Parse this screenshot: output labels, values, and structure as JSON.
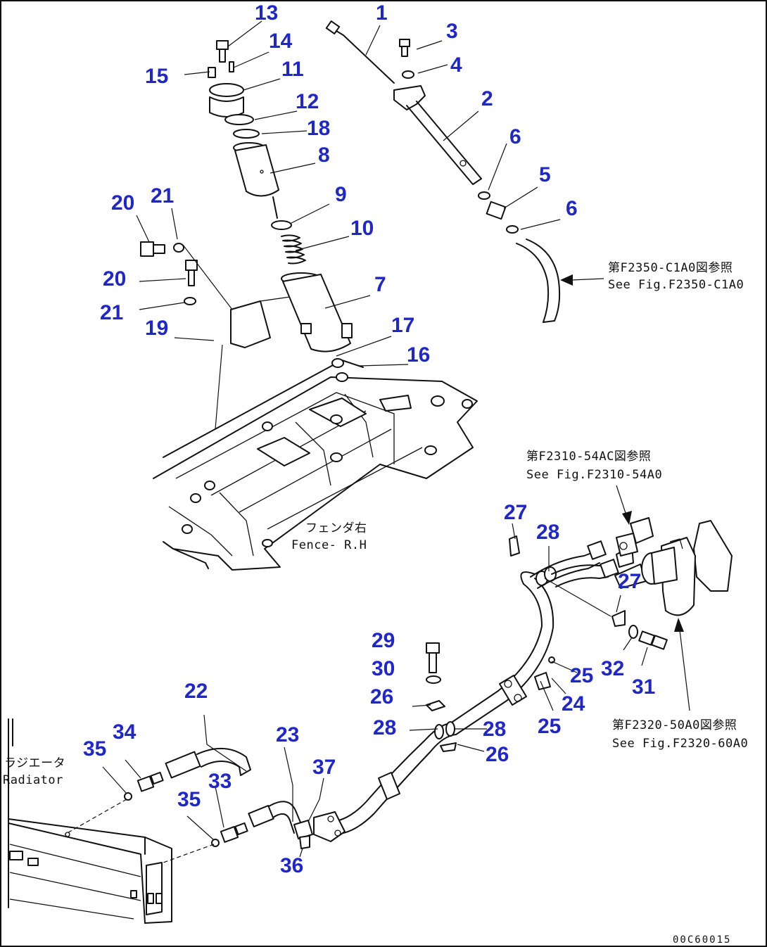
{
  "parts": [
    {
      "label": "1"
    },
    {
      "label": "2"
    },
    {
      "label": "3"
    },
    {
      "label": "4"
    },
    {
      "label": "5"
    },
    {
      "label": "6"
    },
    {
      "label": "6"
    },
    {
      "label": "7"
    },
    {
      "label": "8"
    },
    {
      "label": "9"
    },
    {
      "label": "10"
    },
    {
      "label": "11"
    },
    {
      "label": "12"
    },
    {
      "label": "13"
    },
    {
      "label": "14"
    },
    {
      "label": "15"
    },
    {
      "label": "16"
    },
    {
      "label": "17"
    },
    {
      "label": "18"
    },
    {
      "label": "19"
    },
    {
      "label": "20"
    },
    {
      "label": "21"
    },
    {
      "label": "20"
    },
    {
      "label": "21"
    },
    {
      "label": "22"
    },
    {
      "label": "23"
    },
    {
      "label": "24"
    },
    {
      "label": "25"
    },
    {
      "label": "25"
    },
    {
      "label": "26"
    },
    {
      "label": "26"
    },
    {
      "label": "27"
    },
    {
      "label": "27"
    },
    {
      "label": "28"
    },
    {
      "label": "28"
    },
    {
      "label": "28"
    },
    {
      "label": "29"
    },
    {
      "label": "30"
    },
    {
      "label": "31"
    },
    {
      "label": "32"
    },
    {
      "label": "33"
    },
    {
      "label": "34"
    },
    {
      "label": "35"
    },
    {
      "label": "35"
    },
    {
      "label": "36"
    },
    {
      "label": "37"
    }
  ],
  "references": {
    "f2350_jp": "第F2350-C1A0図参照",
    "f2350_en": "See Fig.F2350-C1A0",
    "f2310_jp": "第F2310-54AC図参照",
    "f2310_en": "See Fig.F2310-54A0",
    "f2320_jp": "第F2320-50A0図参照",
    "f2320_en": "See Fig.F2320-60A0"
  },
  "labels": {
    "fender_jp": "フェンダ右",
    "fender_en": "Fence- R.H",
    "radiator_jp": "ラジエータ",
    "radiator_en": "Radiator"
  },
  "drawing_code": "00C60015",
  "colors": {
    "part_number": "#1f27c9",
    "line": "#111111",
    "background": "#ffffff"
  }
}
